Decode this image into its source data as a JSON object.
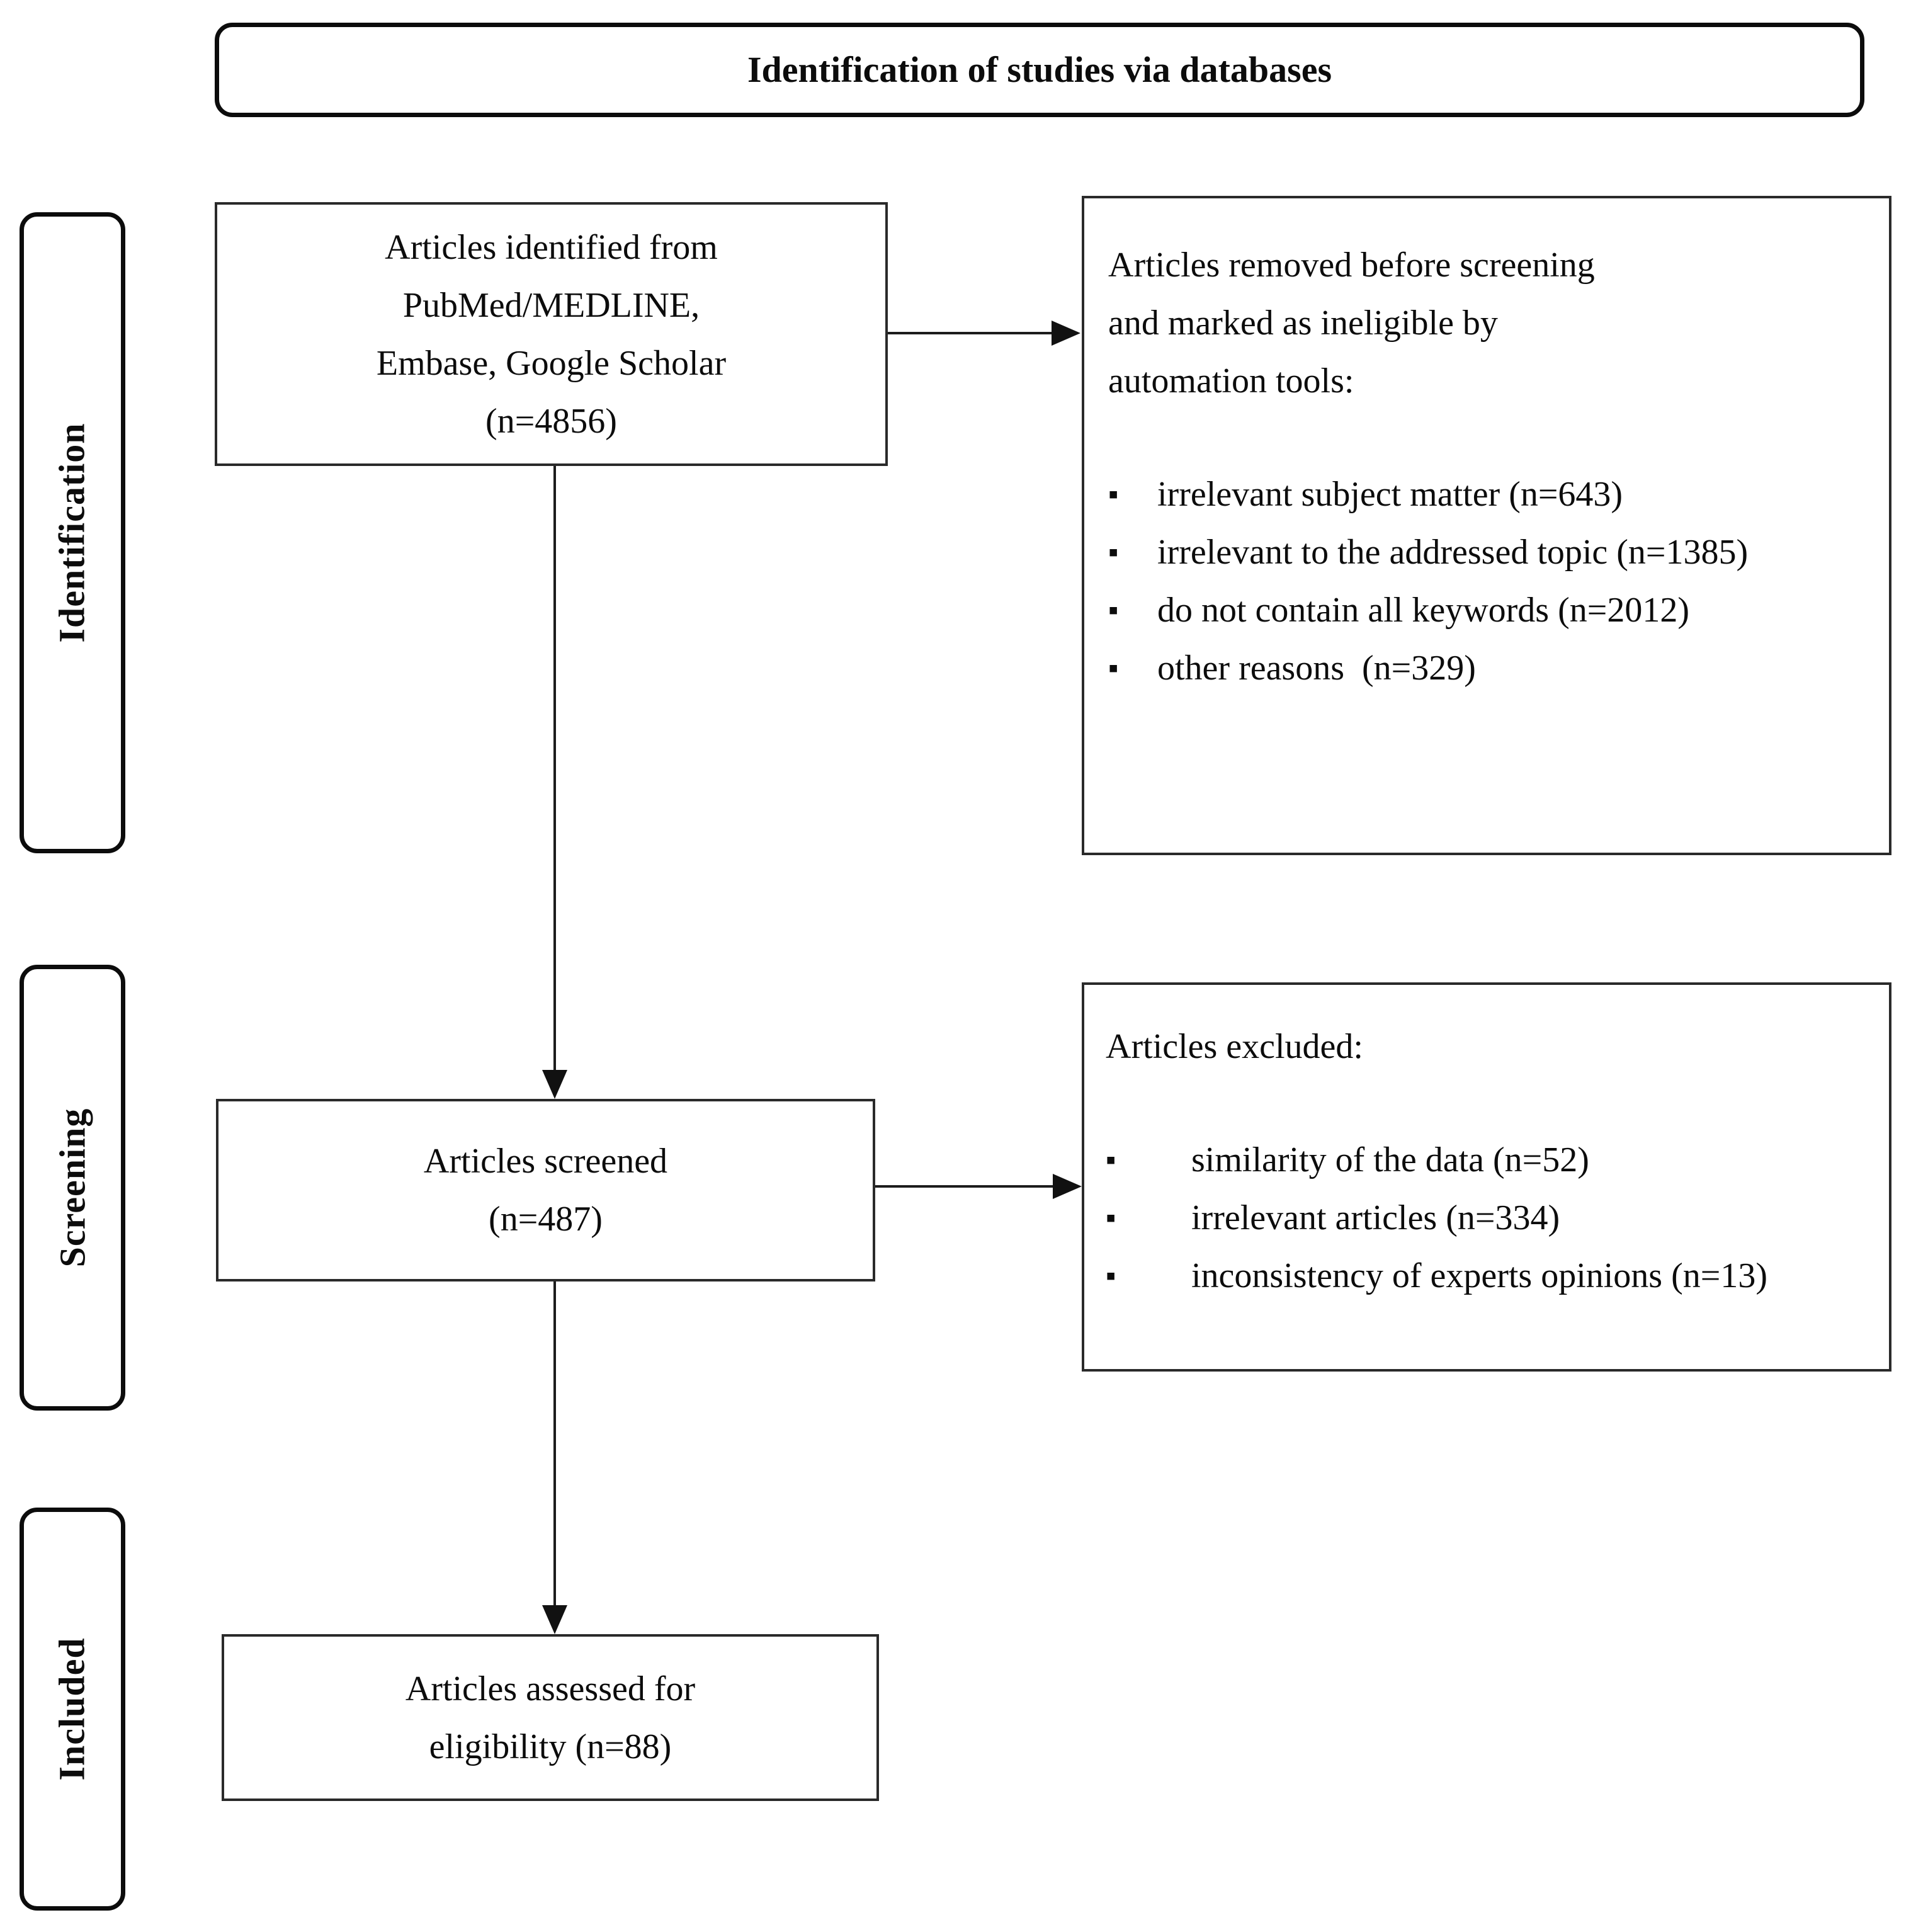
{
  "title": "Identification of studies via databases",
  "icons": {
    "square_bullet": "▪"
  },
  "stages": {
    "identification": "Identification",
    "screening": "Screening",
    "included": "Included"
  },
  "boxes": {
    "identified": {
      "text": "Articles identified from\nPubMed/MEDLINE,\nEmbase, Google Scholar\n(n=4856)"
    },
    "removed": {
      "heading": "Articles removed before screening\nand marked as ineligible by\nautomation tools:",
      "items": [
        "irrelevant subject matter (n=643)",
        "irrelevant to the addressed topic (n=1385)",
        "do not contain all keywords (n=2012)",
        "other reasons  (n=329)"
      ]
    },
    "screened": {
      "text": "Articles screened\n(n=487)"
    },
    "excluded": {
      "heading": "Articles excluded:",
      "items": [
        "similarity of the data (n=52)",
        "irrelevant articles (n=334)",
        "inconsistency of experts opinions (n=13)"
      ]
    },
    "assessed": {
      "text": "Articles assessed for\neligibility (n=88)"
    }
  }
}
